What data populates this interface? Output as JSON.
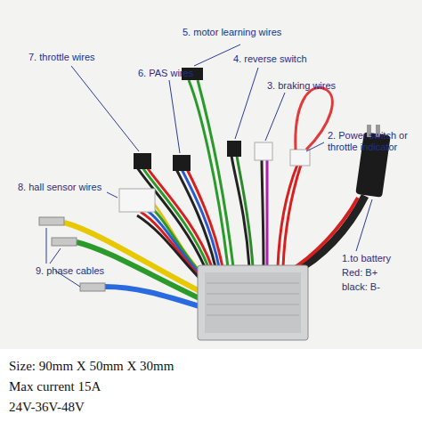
{
  "diagram": {
    "labels": [
      "5. motor learning wires",
      "7. throttle wires",
      "6. PAS wires",
      "4. reverse switch",
      "3. braking wires",
      "2. Power switch or throttle indicator",
      "8. hall sensor wires",
      "9. phase cables",
      "1.to battery",
      "Red: B+",
      "black: B-",
      "Size: 90mm X 50mm X 30mm",
      "Max current 15A",
      "24V-36V-48V"
    ]
  }
}
